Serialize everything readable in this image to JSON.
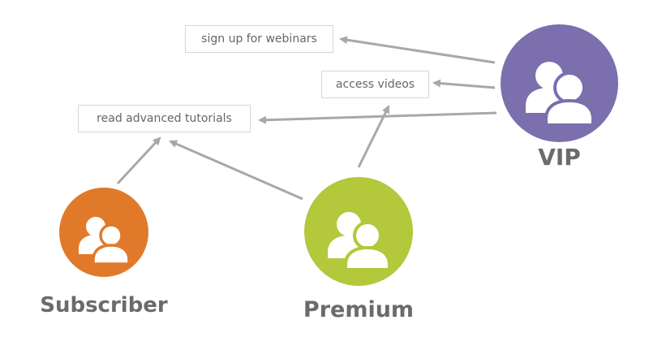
{
  "actions": {
    "webinars": "sign up for webinars",
    "videos": "access videos",
    "tutorials": "read advanced tutorials"
  },
  "roles": {
    "vip": {
      "label": "VIP",
      "color": "#7b6fae",
      "icon": "users-icon"
    },
    "premium": {
      "label": "Premium",
      "color": "#b3c83a",
      "icon": "users-icon"
    },
    "subscriber": {
      "label": "Subscriber",
      "color": "#e07a2a",
      "icon": "users-icon"
    }
  },
  "colors": {
    "arrow": "#a8a8a8",
    "box_border": "#d6d6d6",
    "text": "#666666"
  }
}
